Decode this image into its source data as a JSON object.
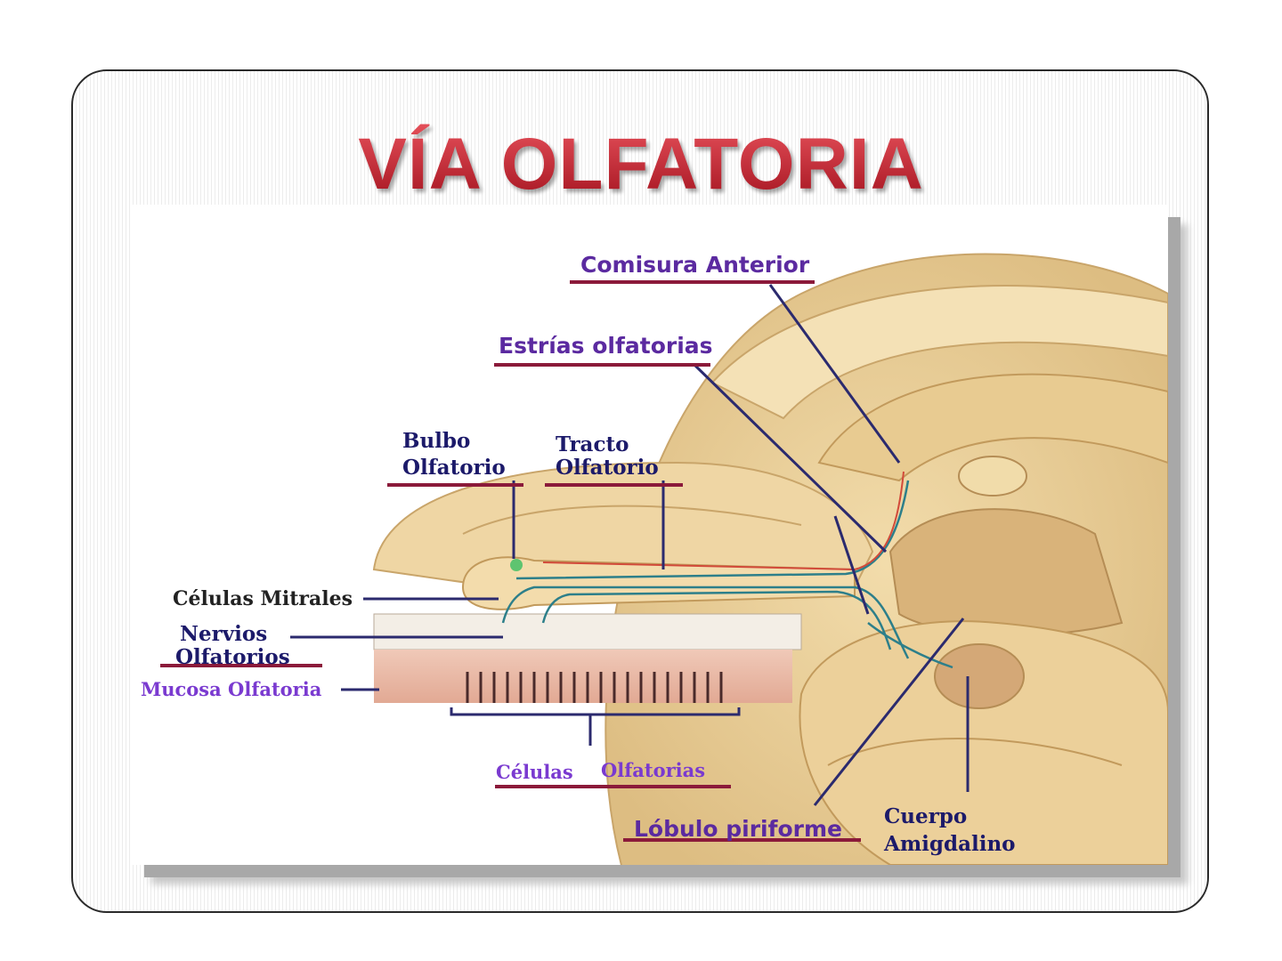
{
  "title": "VÍA OLFATORIA",
  "labels": {
    "comisura_anterior": "Comisura Anterior",
    "estrias_olfatorias": "Estrías olfatorias",
    "bulbo_line1": "Bulbo",
    "bulbo_line2": "Olfatorio",
    "tracto_line1": "Tracto",
    "tracto_line2": "Olfatorio",
    "celulas_mitrales": "Células Mitrales",
    "nervios_line1": "Nervios",
    "nervios_line2": "Olfatorios",
    "mucosa_olfatoria": "Mucosa Olfatoria",
    "celulas_word": "Células",
    "olfatorias_word": "Olfatorias",
    "lobulo_piriforme": "Lóbulo piriforme",
    "cuerpo_line1": "Cuerpo",
    "cuerpo_line2": "Amigdalino"
  },
  "colors": {
    "title_red": "#c81e2c",
    "label_navy": "#1c1a6a",
    "label_purple": "#5b2aa0",
    "underline_red": "#8b1a3a",
    "leader_navy": "#2b2a6e",
    "brain_tan": "#e9cf9a",
    "pathway_teal": "#2d7f8a",
    "pathway_red": "#d24a3a"
  }
}
